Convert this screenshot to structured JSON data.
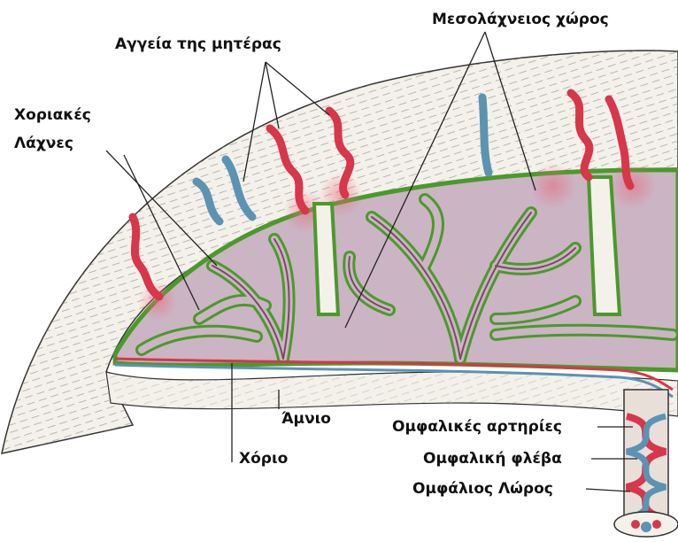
{
  "labels": {
    "maternal_vessels": "Αγγεία της μητέρας",
    "intervillous_space": "Μεσολάχνειος χώρος",
    "chorionic_villi_line1": "Χοριακές",
    "chorionic_villi_line2": "Λάχνες",
    "amnion": "Άμνιο",
    "chorion": "Χόριο",
    "umbilical_arteries": "Ομφαλικές αρτηρίες",
    "umbilical_vein": "Ομφαλική φλέβα",
    "umbilical_cord": "Ομφάλιος Λώρος"
  },
  "colors": {
    "artery": "#d8364a",
    "vein": "#5b93b3",
    "villus_border": "#4a9a2a",
    "intervillous": "#cbb4c4",
    "decidua": "#f4f1ea",
    "line": "#222222"
  }
}
